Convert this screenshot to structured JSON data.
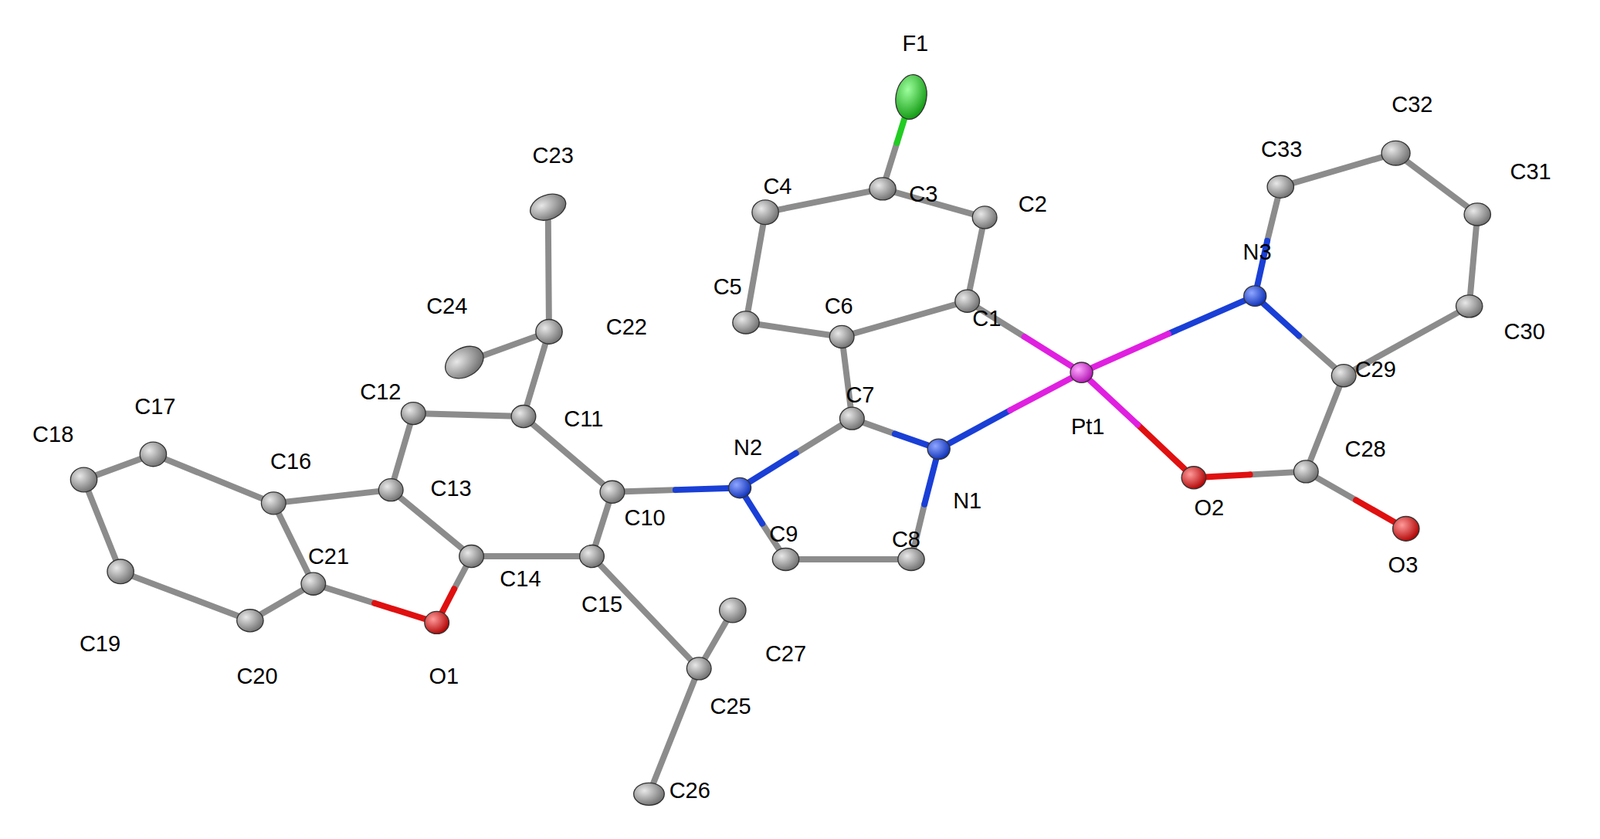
{
  "diagram": {
    "labels": [
      "F1",
      "C23",
      "C33",
      "C32",
      "C31",
      "C4",
      "C3",
      "C2",
      "N3",
      "C5",
      "C24",
      "C6",
      "C1",
      "C22",
      "C30",
      "C7",
      "C29",
      "C12",
      "C11",
      "C17",
      "C18",
      "C16",
      "N2",
      "Pt1",
      "C28",
      "C13",
      "C10",
      "C9",
      "N1",
      "C8",
      "O2",
      "O3",
      "C14",
      "C15",
      "C27",
      "C21",
      "C19",
      "C20",
      "O1",
      "C25",
      "C26"
    ]
  }
}
